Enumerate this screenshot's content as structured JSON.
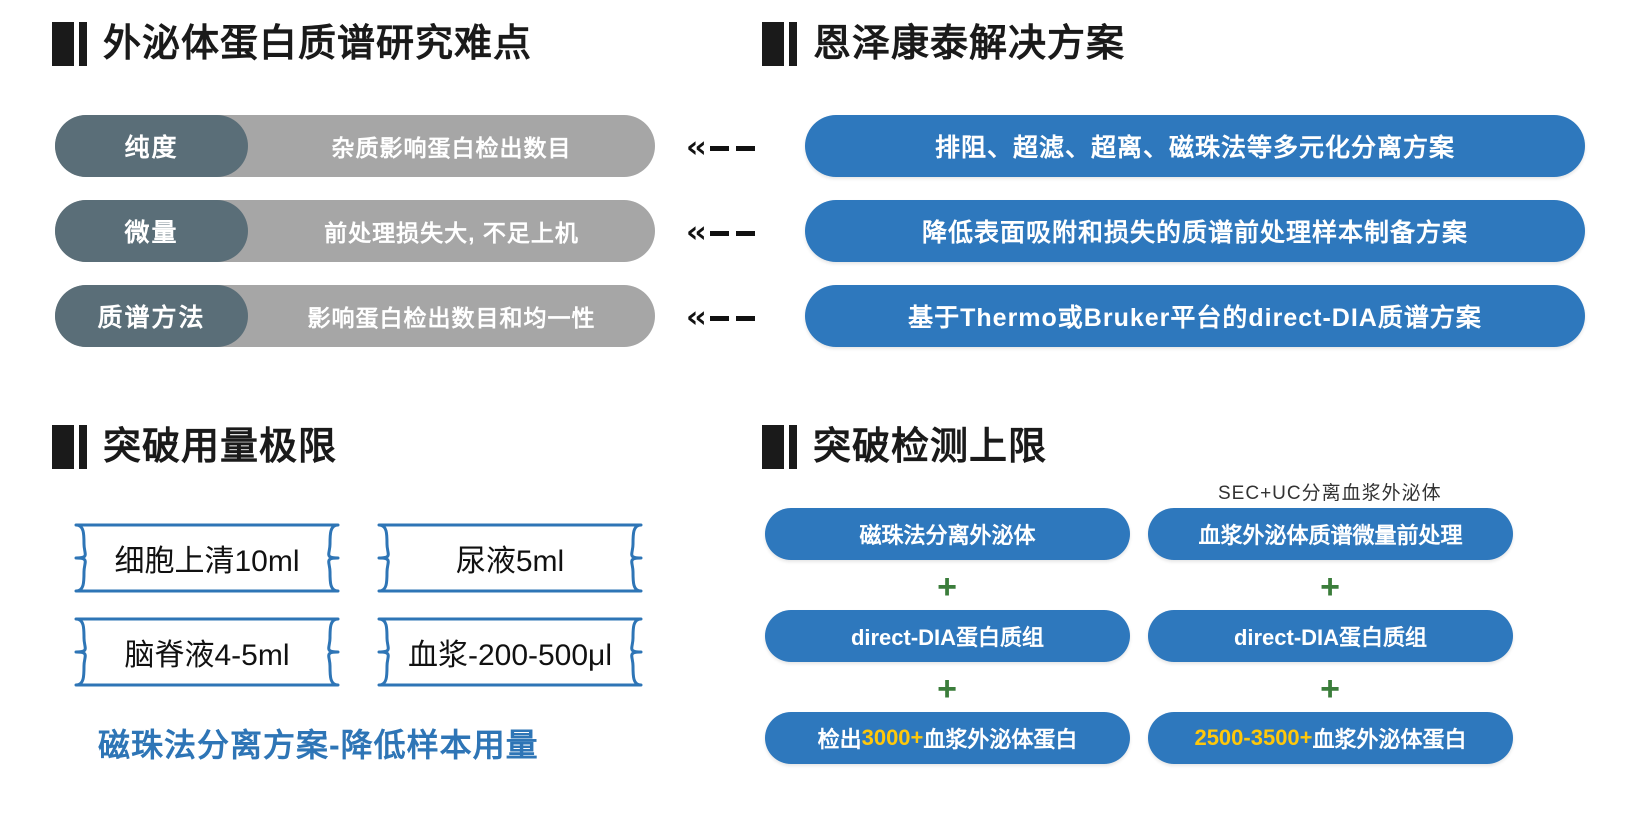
{
  "sections": {
    "problems": {
      "title": "外泌体蛋白质谱研究难点",
      "rows": [
        {
          "label": "纯度",
          "desc": "杂质影响蛋白检出数目"
        },
        {
          "label": "微量",
          "desc": "前处理损失大, 不足上机"
        },
        {
          "label": "质谱方法",
          "desc": "影响蛋白检出数目和均一性"
        }
      ],
      "connector": "<<——"
    },
    "solutions": {
      "title": "恩泽康泰解决方案",
      "items": [
        "排阻、超滤、超离、磁珠法等多元化分离方案",
        "降低表面吸附和损失的质谱前处理样本制备方案",
        "基于Thermo或Bruker平台的direct-DIA质谱方案"
      ]
    },
    "volume": {
      "title": "突破用量极限",
      "samples": [
        "细胞上清10ml",
        "尿液5ml",
        "脑脊液4-5ml",
        "血浆-200-500μl"
      ],
      "caption": "磁珠法分离方案-降低样本用量"
    },
    "detection": {
      "title": "突破检测上限",
      "note": "SEC+UC分离血浆外泌体",
      "plus": "+",
      "columns": [
        {
          "steps": [
            "磁珠法分离外泌体",
            "direct-DIA蛋白质组"
          ],
          "result_prefix": "检出",
          "result_highlight": "3000+",
          "result_suffix": "血浆外泌体蛋白"
        },
        {
          "steps": [
            "血浆外泌体质谱微量前处理",
            "direct-DIA蛋白质组"
          ],
          "result_prefix": "",
          "result_highlight": "2500-3500+",
          "result_suffix": "血浆外泌体蛋白"
        }
      ]
    }
  },
  "colors": {
    "brand_blue": "#2e78bd",
    "slate": "#5a6e78",
    "grey": "#a6a6a6",
    "caption_blue": "#2e75b6",
    "highlight_yellow": "#ffc80a",
    "plus_green": "#3b7d3b"
  }
}
